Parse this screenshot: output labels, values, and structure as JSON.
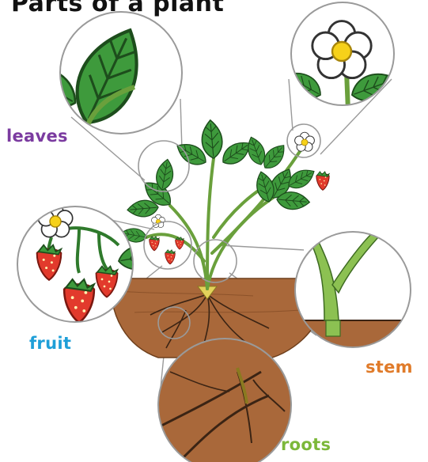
{
  "title": "Parts of a plant",
  "labels": {
    "leaves": "leaves",
    "fruit": "fruit",
    "stem": "stem",
    "roots": "roots"
  },
  "colors": {
    "leaves": "#7b3ba0",
    "fruit": "#1f9fd8",
    "stem": "#e07b2a",
    "roots": "#7cb83a",
    "soil": "#a9683a",
    "leaf": "#3e9a3c",
    "stem_green": "#8cc152"
  }
}
